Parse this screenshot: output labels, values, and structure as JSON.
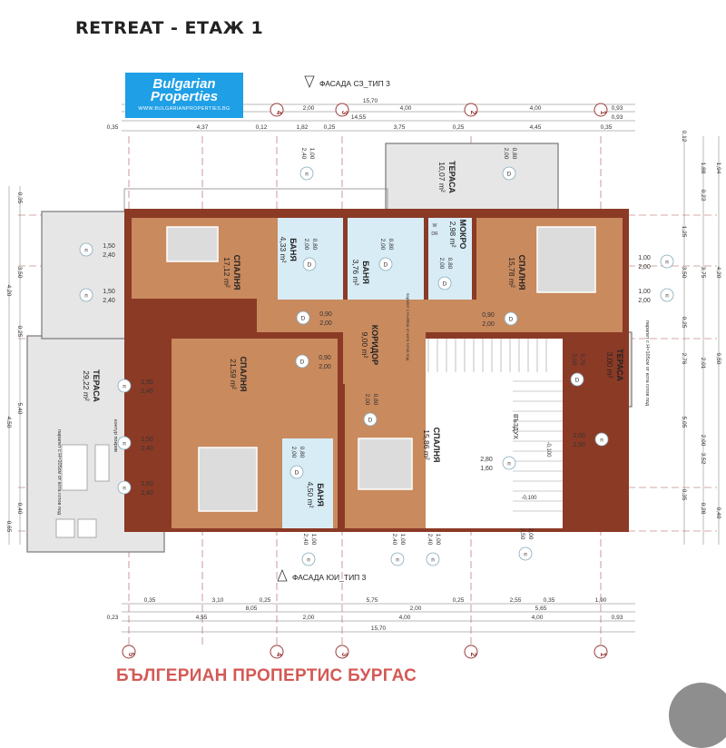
{
  "title": "RETREAT - ЕТАЖ 1",
  "logo": {
    "line1": "Bulgarian",
    "line2": "Properties",
    "url": "WWW.BULGARIANPROPERTIES.BG"
  },
  "facade_top": "ФАСАДА СЗ_ТИП 3",
  "facade_bottom": "ФАСАДА ЮИ_ТИП 3",
  "watermark": "БЪЛГЕРИАН ПРОПЕРТИС БУРГАС",
  "axes_top": [
    "4",
    "3",
    "2",
    "1"
  ],
  "axes_bottom": [
    "5",
    "4",
    "3",
    "2",
    "1"
  ],
  "colors": {
    "wall": "#8b3a26",
    "wood": "#c98a5e",
    "bath": "#d8ecf6",
    "terrace": "#e6e6e6",
    "axis": "#9b3a3a",
    "logo": "#1e9fe6"
  },
  "rooms": [
    {
      "name": "СПАЛНЯ",
      "area": "17,12 m²"
    },
    {
      "name": "БАНЯ",
      "area": "4,33 m²"
    },
    {
      "name": "БАНЯ",
      "area": "3,76 m²"
    },
    {
      "name": "МОКРО",
      "area": "2,98 m²"
    },
    {
      "name": "СПАЛНЯ",
      "area": "15,78 m²"
    },
    {
      "name": "КОРИДОР",
      "area": "9,00 m²"
    },
    {
      "name": "СПАЛНЯ",
      "area": "21,59 m²"
    },
    {
      "name": "БАНЯ",
      "area": "4,50 m²"
    },
    {
      "name": "СПАЛНЯ",
      "area": "15,86 m²"
    },
    {
      "name": "ТЕРАСА",
      "area": "10,07 m²"
    },
    {
      "name": "ТЕРАСА",
      "area": "29,22 m²"
    },
    {
      "name": "ТЕРАСА",
      "area": "3,00 m²"
    }
  ],
  "labels": {
    "air": "ВЪЗДУХ",
    "parapet_right": "парапет с H=105см от кота готов под",
    "parapet_left": "парапет с H=105см от кота готов под",
    "roof_contour": "контур покрив",
    "parapet_corridor": "парапет с H=90см от кота готов под",
    "level_1": "-0,100",
    "level_2": "-0,100",
    "w": "W",
    "dr": "DR"
  },
  "dims_top": [
    "15,70",
    "2,00",
    "4,00",
    "4,00",
    "0,93",
    "14,55",
    "0,93",
    "0,35",
    "4,37",
    "0,12",
    "1,82",
    "0,25",
    "3,75",
    "0,25",
    "4,45",
    "0,35"
  ],
  "dims_bottom": [
    "0,35",
    "3,10",
    "0,25",
    "5,75",
    "0,25",
    "2,55",
    "0,35",
    "1,90",
    "8,05",
    "2,00",
    "5,65",
    "0,23",
    "4,55",
    "2,00",
    "4,00",
    "4,00",
    "0,93",
    "15,70"
  ],
  "dims_right": [
    "1,25",
    "3,50",
    "0,25",
    "2,76",
    "5,05",
    "0,35",
    "1,88",
    "0,23",
    "3,75",
    "2,01",
    "2,00",
    "3,52",
    "0,28",
    "1,94",
    "4,20",
    "9,50",
    "0,40",
    "0,12"
  ],
  "dims_left": [
    "0,35",
    "3,50",
    "0,25",
    "5,40",
    "0,40",
    "4,20",
    "4,50",
    "0,65"
  ],
  "openings": [
    {
      "type": "п",
      "a": "1,50",
      "b": "2,40"
    },
    {
      "type": "п",
      "a": "1,50",
      "b": "2,40"
    },
    {
      "type": "п",
      "a": "1,50",
      "b": "2,40"
    },
    {
      "type": "п",
      "a": "1,50",
      "b": "2,40"
    },
    {
      "type": "п",
      "a": "1,50",
      "b": "2,40"
    },
    {
      "type": "п",
      "a": "1,00",
      "b": "2,00"
    },
    {
      "type": "п",
      "a": "1,00",
      "b": "2,00"
    },
    {
      "type": "п",
      "a": "2,00",
      "b": "2,50"
    },
    {
      "type": "п",
      "a": "2,80",
      "b": "1,60"
    },
    {
      "type": "п",
      "a": "1,00",
      "b": "2,40"
    },
    {
      "type": "D",
      "a": "0,80",
      "b": "2,00"
    },
    {
      "type": "п",
      "a": "1,00",
      "b": "2,40"
    },
    {
      "type": "п",
      "a": "1,00",
      "b": "2,40"
    },
    {
      "type": "п",
      "a": "1,00",
      "b": "2,40"
    },
    {
      "type": "п",
      "a": "2,00",
      "b": "2,50"
    },
    {
      "type": "D",
      "a": "0,80",
      "b": "2,00"
    },
    {
      "type": "D",
      "a": "0,80",
      "b": "2,00"
    },
    {
      "type": "D",
      "a": "0,80",
      "b": "2,00"
    },
    {
      "type": "D",
      "a": "0,90",
      "b": "2,00"
    },
    {
      "type": "D",
      "a": "0,90",
      "b": "2,00"
    },
    {
      "type": "D",
      "a": "0,90",
      "b": "2,00"
    },
    {
      "type": "D",
      "a": "0,80",
      "b": "2,00"
    },
    {
      "type": "D",
      "a": "0,80",
      "b": "2,00"
    },
    {
      "type": "D",
      "a": "0,70",
      "b": "2,00"
    }
  ]
}
